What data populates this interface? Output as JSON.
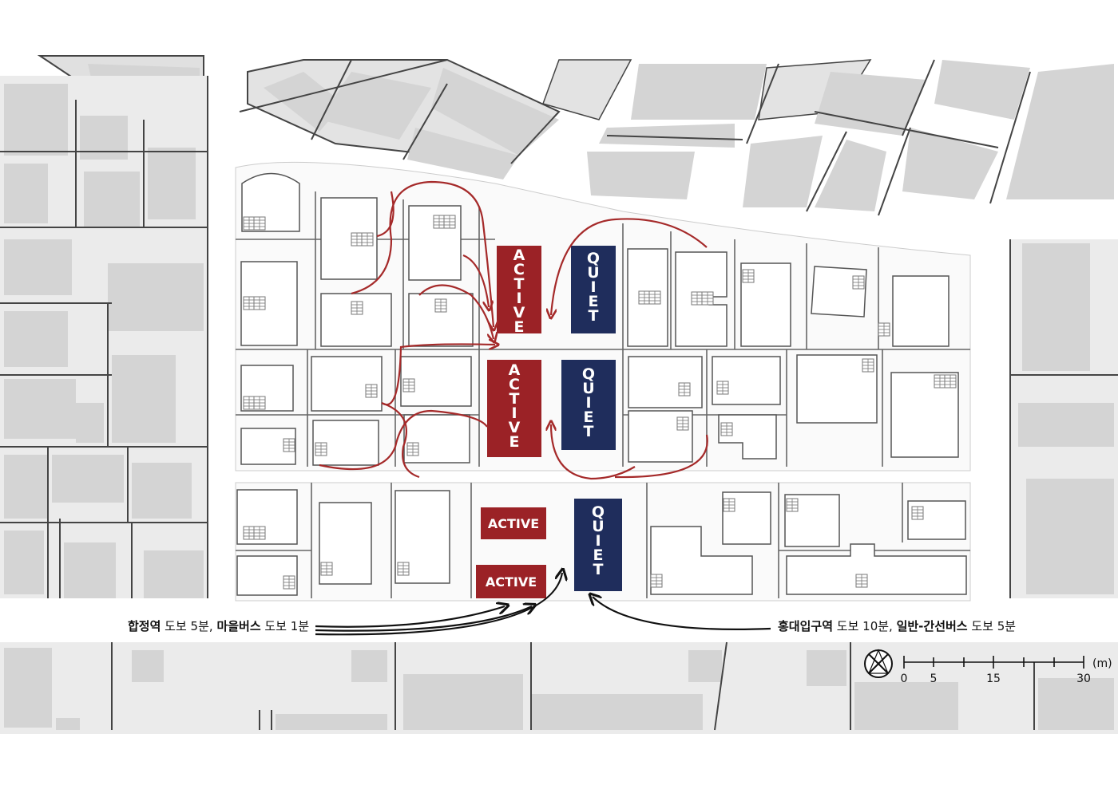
{
  "colors": {
    "active": "#9b2226",
    "quiet": "#1f2d5c",
    "building": "#d9d9d9",
    "road": "#ffffff",
    "parcel_line": "#555555",
    "flow_arrow": "#a52a2a",
    "access_arrow": "#111111"
  },
  "zones": {
    "active_label": "ACTIVE",
    "quiet_label": "QUIET"
  },
  "access": {
    "left_caption_bold": "합정역",
    "left_caption_rest": " 도보 5분, ",
    "left_caption_bold2": "마을버스",
    "left_caption_rest2": " 도보 1분",
    "right_caption_bold": "홍대입구역",
    "right_caption_rest": " 도보 10분, ",
    "right_caption_bold2": "일반-간선버스",
    "right_caption_rest2": " 도보 5분"
  },
  "scale_bar": {
    "ticks": [
      "0",
      "5",
      "15",
      "30"
    ],
    "unit": "(m)"
  },
  "icons": {
    "north": "north-compass-icon",
    "stair": "stair-icon"
  }
}
